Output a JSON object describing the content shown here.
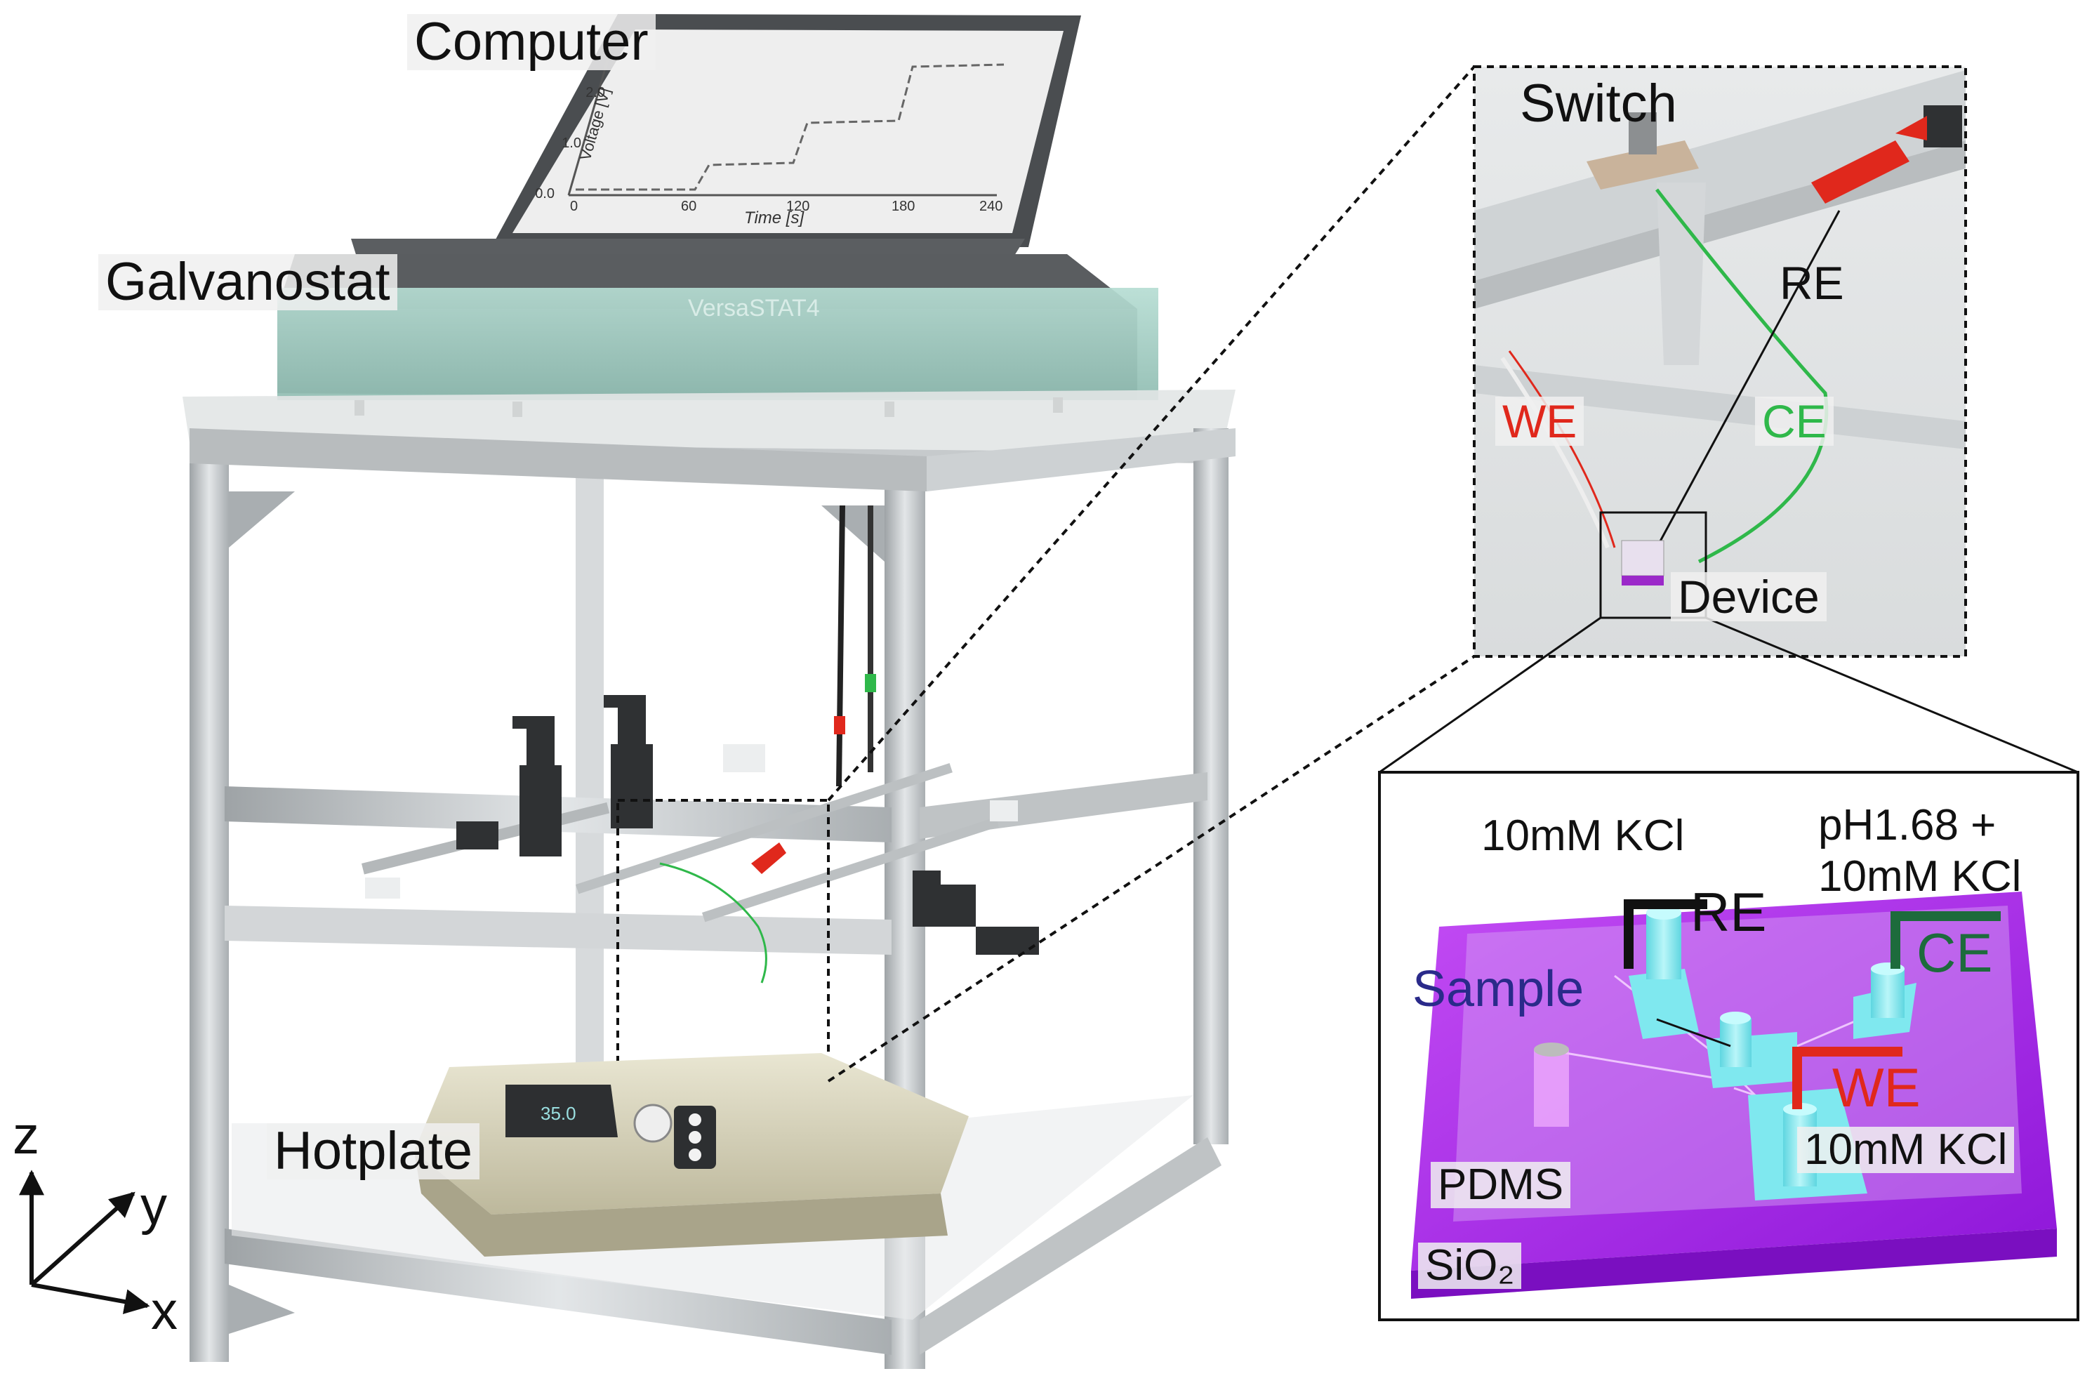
{
  "labels": {
    "computer": "Computer",
    "galvanostat": "Galvanostat",
    "hotplate": "Hotplate",
    "switch": "Switch",
    "device": "Device",
    "re": "RE",
    "we": "WE",
    "ce": "CE",
    "kcl_re": "10mM KCl",
    "ph_line1": "pH1.68 +",
    "ph_line2": "10mM KCl",
    "re_big": "RE",
    "ce_big": "CE",
    "we_big": "WE",
    "sample": "Sample",
    "kcl_we": "10mM KCl",
    "pdms": "PDMS",
    "sio2": "SiO₂"
  },
  "galvanostat_brand": "VersaSTAT4",
  "hotplate_display": "35.0",
  "axes": {
    "z": "z",
    "y": "y",
    "x": "x"
  },
  "monitor_plot": {
    "ylabel": "Voltage [V]",
    "xlabel": "Time [s]",
    "xticks": [
      "0",
      "60",
      "120",
      "180",
      "240"
    ],
    "yticks": [
      "0.0",
      "1.0",
      "2.0"
    ]
  },
  "colors": {
    "we": "#e0281c",
    "ce": "#2fb84a",
    "ce_dark": "#1d6b3c",
    "re": "#111111",
    "sample": "#2a2a8a",
    "sio2": "#b030f0",
    "pdms": "#d7a3f5",
    "well": "#7fe8ef",
    "frame": "#c6cacc",
    "galvanostat": "#9fc9bf"
  }
}
